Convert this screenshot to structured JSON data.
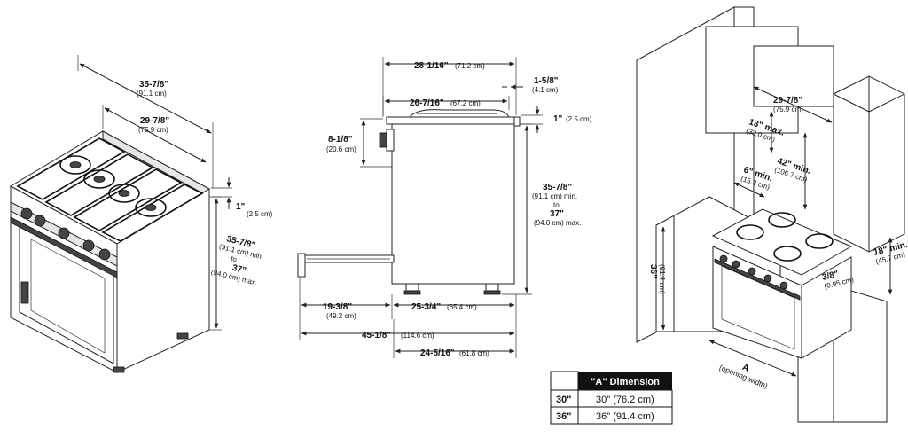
{
  "perspective_view": {
    "overall_depth": {
      "primary": "35-7/8\"",
      "metric": "(91.1 cm)"
    },
    "width": {
      "primary": "29-7/8\"",
      "metric": "(75.9 cm)"
    },
    "top_offset": {
      "primary": "1\"",
      "metric": "(2.5 cm)"
    },
    "height": {
      "primary": "35-7/8\"",
      "metric_min": "(91.1 cm) min.",
      "to": "to",
      "max": "37\"",
      "metric_max": "(94.0 cm) max."
    }
  },
  "side_view": {
    "depth_overall_top": {
      "primary": "28-1/16\"",
      "metric": "(71.2 cm)"
    },
    "depth_body_top": {
      "primary": "26-7/16\"",
      "metric": "(67.2 cm)"
    },
    "back_offset": {
      "primary": "1-5/8\"",
      "metric": "(4.1 cm)"
    },
    "top_offset": {
      "primary": "1\"",
      "metric": "(2.5 cm)"
    },
    "knob_height": {
      "primary": "8-1/8\"",
      "metric": "(20.6 cm)"
    },
    "height": {
      "primary": "35-7/8\"",
      "metric_min": "(91.1 cm) min.",
      "to": "to",
      "max": "37\"",
      "metric_max": "(94.0 cm) max."
    },
    "door_open": {
      "primary": "19-3/8\"",
      "metric": "(49.2 cm)"
    },
    "body_depth": {
      "primary": "25-3/4\"",
      "metric": "(65.4 cm)"
    },
    "total_depth": {
      "primary": "45-1/8\"",
      "metric": "(114.6 cm)"
    },
    "base_depth": {
      "primary": "24-5/16\"",
      "metric": "(61.8 cm)"
    }
  },
  "installation_view": {
    "cabinet_width": {
      "primary": "29-7/8\"",
      "metric": "(75.9 cm)"
    },
    "hood_max": {
      "primary": "13\" max.",
      "metric": "(33.0 cm)"
    },
    "counter_to_hood": {
      "primary": "42\" min.",
      "metric": "(106.7 cm)"
    },
    "side_clearance": {
      "primary": "6\" min.",
      "metric": "(15.2 cm)"
    },
    "counter_height": {
      "primary": "36\"",
      "metric": "(91.4 cm)"
    },
    "upper_cabinet": {
      "primary": "18\" min.",
      "metric": "(45.7 cm)"
    },
    "side_gap": {
      "primary": "3/8\"",
      "metric": "(0.95 cm)"
    },
    "opening": {
      "letter": "A",
      "label": "(opening width)"
    }
  },
  "dimension_table": {
    "header": "\"A\" Dimension",
    "rows": [
      {
        "size": "30\"",
        "value": "30\" (76.2 cm)"
      },
      {
        "size": "36\"",
        "value": "36\" (91.4 cm)"
      }
    ]
  },
  "colors": {
    "line": "#222222",
    "table_header": "#111111",
    "background": "#ffffff"
  }
}
